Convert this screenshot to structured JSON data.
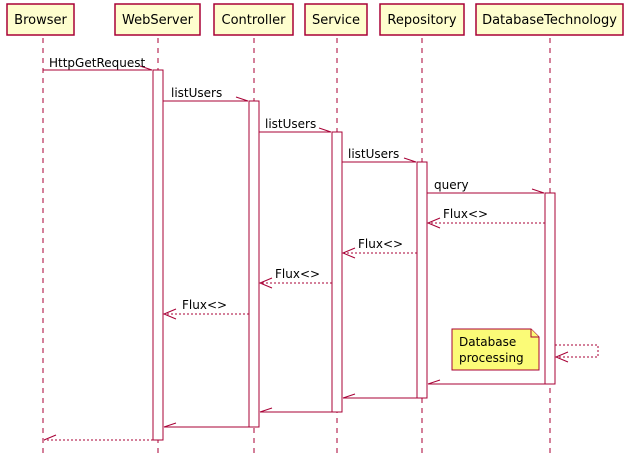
{
  "colors": {
    "border": "#A80036",
    "participant_fill": "#FEFECE",
    "note_fill": "#FBFB77",
    "background": "#FFFFFF"
  },
  "participants": [
    {
      "id": "browser",
      "label": "Browser"
    },
    {
      "id": "webserver",
      "label": "WebServer"
    },
    {
      "id": "controller",
      "label": "Controller"
    },
    {
      "id": "service",
      "label": "Service"
    },
    {
      "id": "repository",
      "label": "Repository"
    },
    {
      "id": "databasetechnology",
      "label": "DatabaseTechnology"
    }
  ],
  "messages": [
    {
      "from": "browser",
      "to": "webserver",
      "label": "HttpGetRequest",
      "style": "solid"
    },
    {
      "from": "webserver",
      "to": "controller",
      "label": "listUsers",
      "style": "solid"
    },
    {
      "from": "controller",
      "to": "service",
      "label": "listUsers",
      "style": "solid"
    },
    {
      "from": "service",
      "to": "repository",
      "label": "listUsers",
      "style": "solid"
    },
    {
      "from": "repository",
      "to": "databasetechnology",
      "label": "query",
      "style": "solid"
    },
    {
      "from": "databasetechnology",
      "to": "repository",
      "label": "Flux<>",
      "style": "dashed"
    },
    {
      "from": "repository",
      "to": "service",
      "label": "Flux<>",
      "style": "dashed"
    },
    {
      "from": "service",
      "to": "controller",
      "label": "Flux<>",
      "style": "dashed"
    },
    {
      "from": "controller",
      "to": "webserver",
      "label": "Flux<>",
      "style": "dashed"
    },
    {
      "from": "databasetechnology",
      "to": "databasetechnology",
      "label": "",
      "style": "dashed"
    },
    {
      "from": "databasetechnology",
      "to": "repository",
      "label": "",
      "style": "solid"
    },
    {
      "from": "repository",
      "to": "service",
      "label": "",
      "style": "solid"
    },
    {
      "from": "service",
      "to": "controller",
      "label": "",
      "style": "solid"
    },
    {
      "from": "controller",
      "to": "webserver",
      "label": "",
      "style": "solid"
    },
    {
      "from": "webserver",
      "to": "browser",
      "label": "",
      "style": "dashed"
    }
  ],
  "note": {
    "lines": [
      "Database",
      "processing"
    ]
  }
}
